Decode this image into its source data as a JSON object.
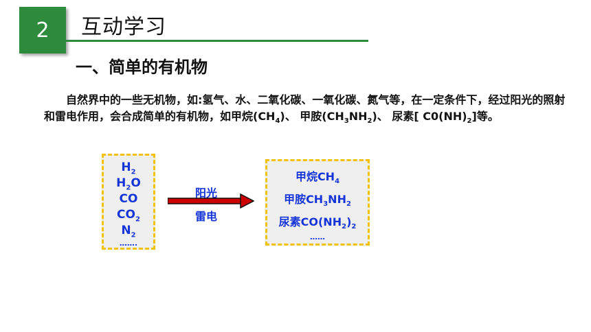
{
  "header": {
    "number": "2",
    "section_title": "互动学习",
    "heading": "一、简单的有机物"
  },
  "paragraph": {
    "part1": "自然界中的一些无机物，如:氢气、水、二氧化碳、一氧化碳、氮气等，在一定条件下，经过阳光的照射和雷电作用，会合成简单的有机物，如甲烷(CH",
    "sub1": "4",
    "part2": ")、 甲胺(CH",
    "sub2": "3",
    "part3": "NH",
    "sub3": "2",
    "part4": ")、 尿素[ C0(NH)",
    "sub4": "2",
    "part5": "]等。"
  },
  "reactants": {
    "h2": {
      "base": "H",
      "sub": "2"
    },
    "h2o": {
      "base1": "H",
      "sub": "2",
      "base2": "O"
    },
    "co": "CO",
    "co2": {
      "base": "CO",
      "sub": "2"
    },
    "n2": {
      "base": "N",
      "sub": "2"
    },
    "more": "……."
  },
  "arrow": {
    "top_label": "阳光",
    "bottom_label": "雷电",
    "color": "#cc0000"
  },
  "products": {
    "methane": {
      "name": "甲烷CH",
      "sub": "4"
    },
    "methylamine": {
      "name": "甲胺CH",
      "sub1": "3",
      "mid": "NH",
      "sub2": "2"
    },
    "urea": {
      "name": "尿素CO(NH",
      "sub": "2",
      "tail": ")",
      "sub2": "2"
    },
    "more": "……"
  },
  "colors": {
    "accent_green": "#2e8b3c",
    "formula_blue": "#1535d8",
    "box_border_yellow": "#f2c200"
  }
}
